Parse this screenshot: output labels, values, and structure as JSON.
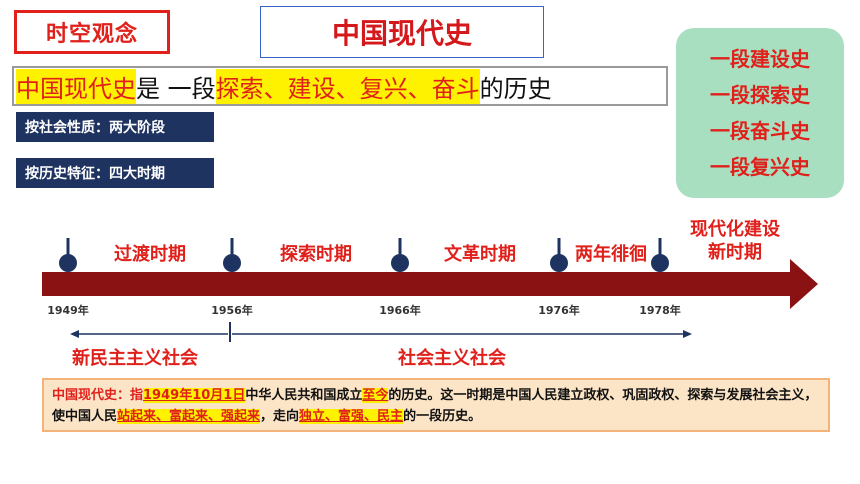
{
  "header": {
    "tag": "时空观念",
    "title": "中国现代史"
  },
  "definition": {
    "subject": "中国现代史",
    "is": "是 一段",
    "keywords": "探索、建设、复兴、奋斗",
    "tail": "的历史"
  },
  "periodization": [
    "按社会性质：两大阶段",
    "按历史特征：四大时期"
  ],
  "themes": [
    "一段建设史",
    "一段探索史",
    "一段奋斗史",
    "一段复兴史"
  ],
  "timeline": {
    "years": [
      "1949年",
      "1956年",
      "1966年",
      "1976年",
      "1978年"
    ],
    "periods": [
      "过渡时期",
      "探索时期",
      "文革时期",
      "两年徘徊"
    ],
    "modern_line1": "现代化建设",
    "modern_line2": "新时期",
    "society": [
      "新民主主义社会",
      "社会主义社会"
    ]
  },
  "summary": {
    "t1": "中国现代史：指",
    "h1": "1949年10月1日",
    "t2": "中华人民共和国成立",
    "h2": "至今",
    "t3": "的历史。这一时期是中国人民建立政权、巩固政权、探索与发展社会主义，使中国人民",
    "h3": "站起来、富起来、强起来",
    "t4": "，走向",
    "h4": "独立、富强、民主",
    "t5": "的一段历史。"
  },
  "colors": {
    "accent_red": "#e0201b",
    "arrow_red": "#8b1212",
    "dot_navy": "#1f3361",
    "highlight_yellow": "#fff200",
    "theme_green": "#a8dfc0",
    "summary_bg": "#fce4c7"
  }
}
